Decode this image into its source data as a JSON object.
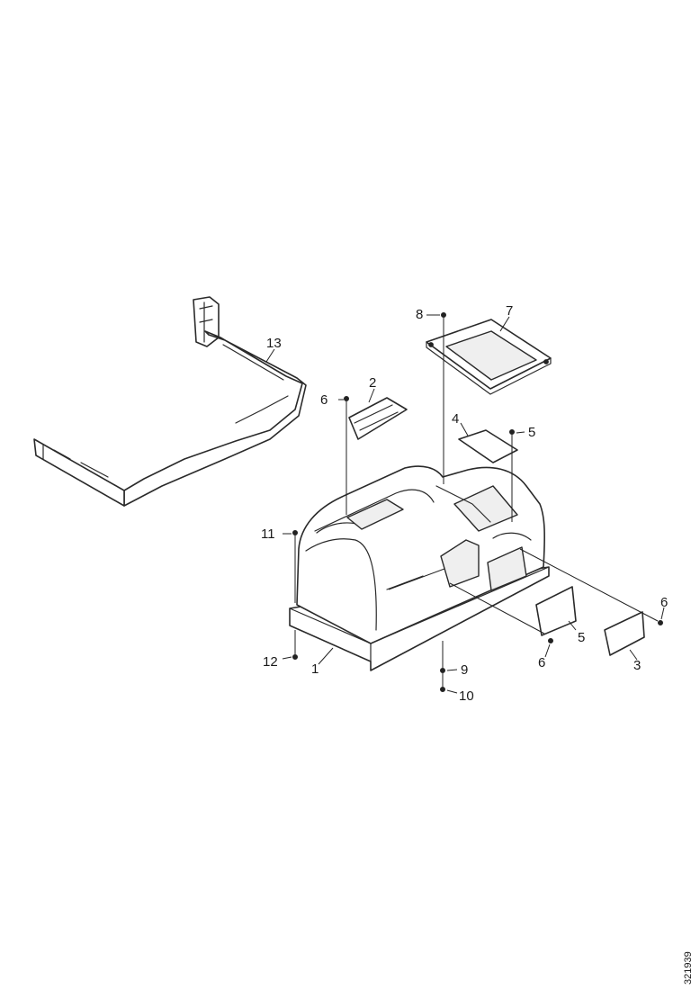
{
  "diagram": {
    "callouts": [
      "1",
      "2",
      "3",
      "4",
      "5",
      "6",
      "7",
      "8",
      "9",
      "10",
      "11",
      "12",
      "13"
    ],
    "drawing_number": "321939"
  },
  "colors": {
    "line": "#2a2a2a",
    "background": "#ffffff"
  }
}
